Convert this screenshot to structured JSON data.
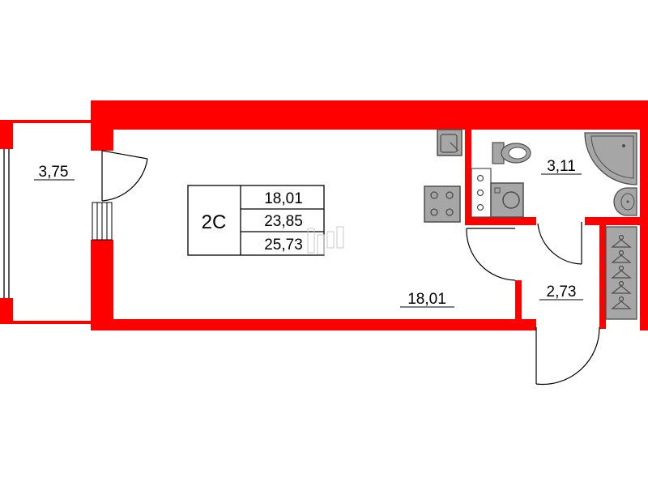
{
  "apartment_type": "2С",
  "areas": {
    "living": "18,01",
    "total": "23,85",
    "with_balcony": "25,73"
  },
  "rooms": {
    "balcony": "3,75",
    "main_room": "18,01",
    "bathroom": "3,11",
    "hallway": "2,73"
  },
  "colors": {
    "wall": "#ff0000",
    "fixture_fill": "#a6a6a6",
    "fixture_dark": "#4d4d4d",
    "line": "#000000"
  },
  "icons": [
    "sink-icon",
    "stove-icon",
    "washing-machine-icon",
    "toilet-icon",
    "corner-shower-icon",
    "washbasin-icon",
    "wardrobe-hanger-icon",
    "door-swing-icon"
  ]
}
